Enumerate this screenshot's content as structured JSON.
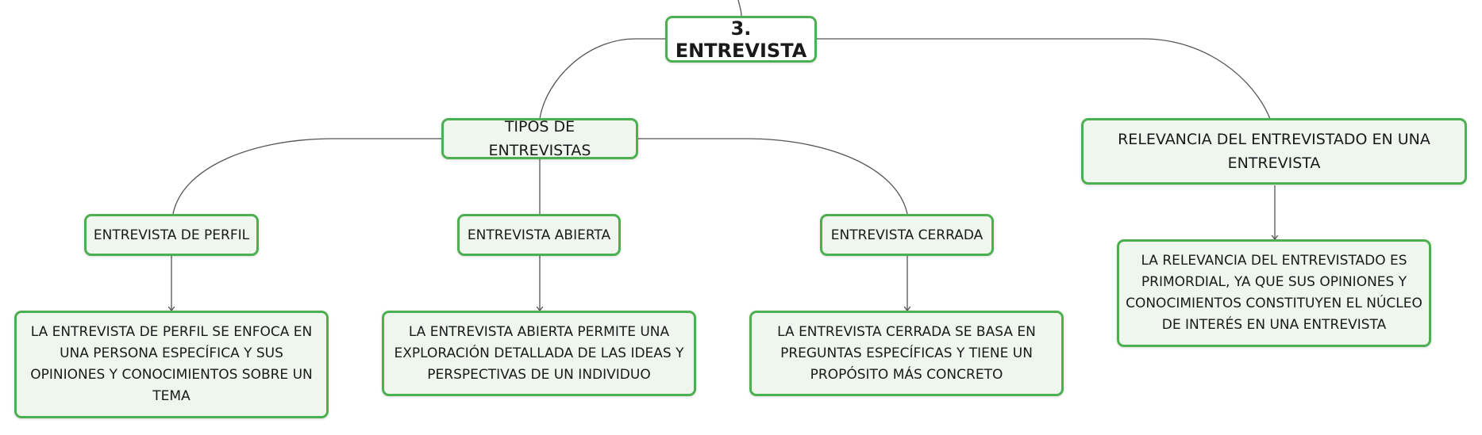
{
  "root": {
    "label": "3. ENTREVISTA"
  },
  "tipos": {
    "label": "TIPOS DE ENTREVISTAS",
    "children": [
      {
        "label": "ENTREVISTA DE PERFIL",
        "description": "LA ENTREVISTA DE PERFIL SE ENFOCA EN UNA PERSONA ESPECÍFICA Y SUS OPINIONES Y CONOCIMIENTOS SOBRE UN TEMA"
      },
      {
        "label": "ENTREVISTA ABIERTA",
        "description": "LA ENTREVISTA ABIERTA PERMITE UNA EXPLORACIÓN DETALLADA DE LAS IDEAS Y PERSPECTIVAS DE UN INDIVIDUO"
      },
      {
        "label": "ENTREVISTA CERRADA",
        "description": "LA ENTREVISTA CERRADA SE BASA EN PREGUNTAS ESPECÍFICAS Y TIENE UN PROPÓSITO MÁS CONCRETO"
      }
    ]
  },
  "relevancia": {
    "label": "RELEVANCIA DEL ENTREVISTADO EN UNA ENTREVISTA",
    "description": "LA RELEVANCIA DEL ENTREVISTADO ES PRIMORDIAL, YA QUE SUS OPINIONES Y CONOCIMIENTOS CONSTITUYEN EL NÚCLEO DE INTERÉS EN UNA ENTREVISTA"
  },
  "colors": {
    "border": "#4caf50",
    "fill": "#eef6ee",
    "line": "#555555"
  }
}
